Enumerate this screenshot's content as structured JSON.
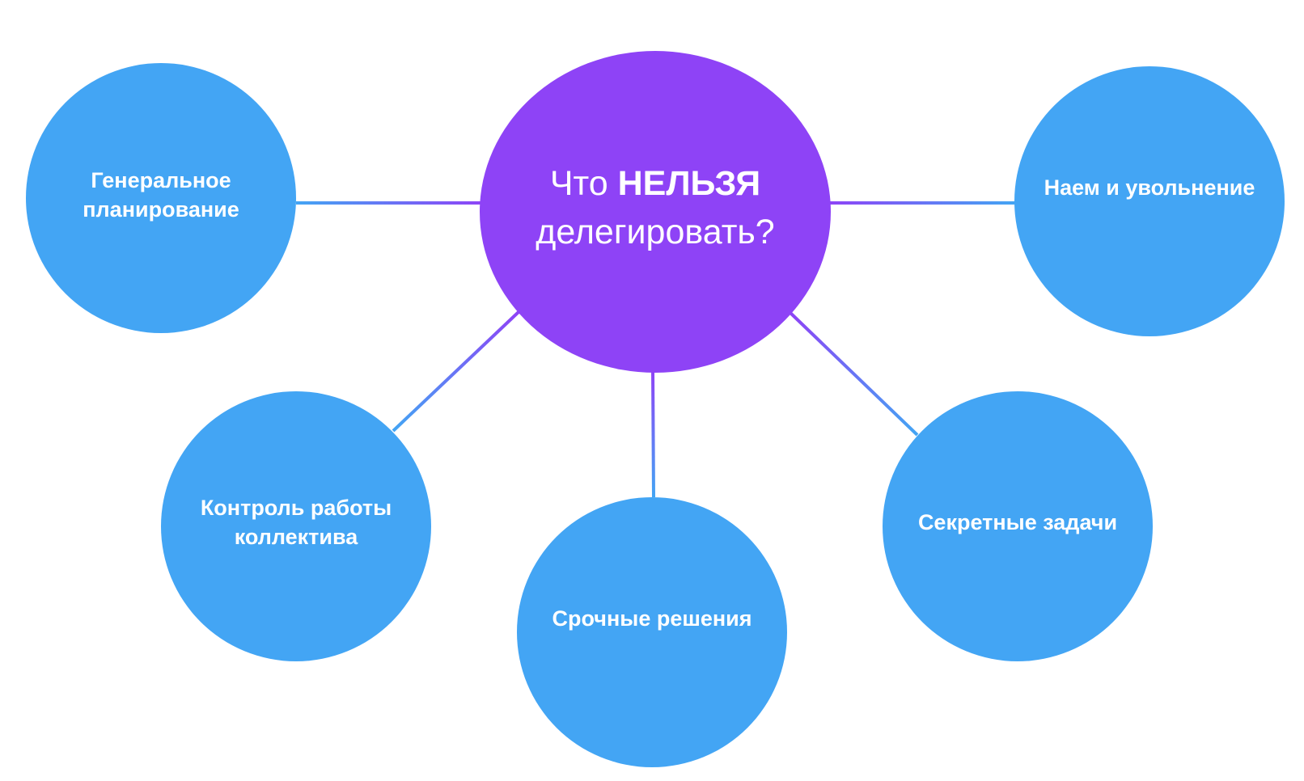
{
  "center": {
    "title_prefix": "Что ",
    "title_emphasis": "НЕЛЬЗЯ",
    "title_line2": "делегировать?"
  },
  "nodes": {
    "general_planning": "Генеральное планирование",
    "hiring": "Наем и увольнение",
    "team_control": "Контроль работы коллектива",
    "urgent_decisions": "Срочные решения",
    "secret_tasks": "Секретные задачи"
  },
  "colors": {
    "center": "#8e43f6",
    "satellite": "#43a5f4",
    "connector_from": "#8e43f6",
    "connector_to": "#43a5f4"
  }
}
